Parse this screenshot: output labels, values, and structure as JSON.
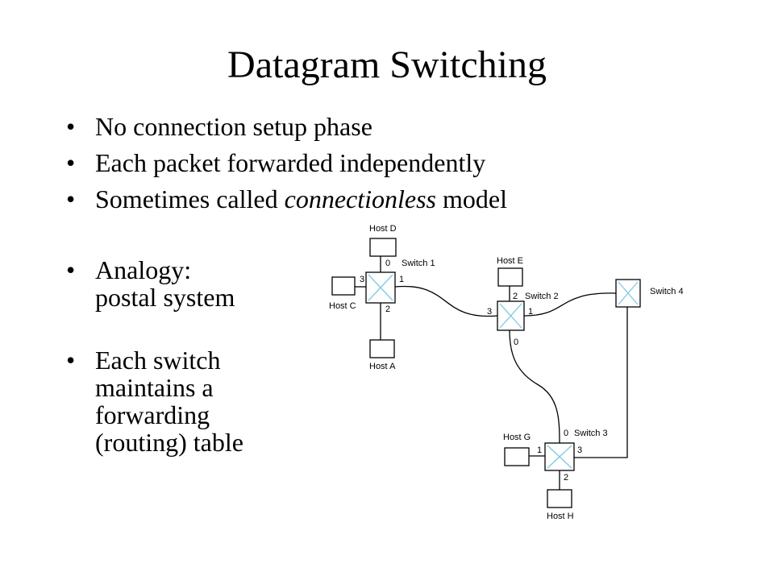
{
  "title": "Datagram Switching",
  "bullets": [
    {
      "text": "No connection setup phase"
    },
    {
      "text": "Each packet forwarded independently"
    },
    {
      "prefix": "Sometimes called ",
      "emph": "connectionless",
      "suffix": " model"
    }
  ],
  "bullets_lower": [
    {
      "lines": [
        "Analogy:",
        "postal system"
      ]
    },
    {
      "lines": [
        "Each switch",
        "maintains a",
        "forwarding",
        "(routing) table"
      ]
    }
  ],
  "diagram": {
    "switches": {
      "s1": "Switch 1",
      "s2": "Switch 2",
      "s3": "Switch 3",
      "s4": "Switch 4"
    },
    "hosts": {
      "a": "Host A",
      "c": "Host C",
      "d": "Host D",
      "e": "Host E",
      "g": "Host G",
      "h": "Host H"
    },
    "ports": {
      "s1_0": "0",
      "s1_1": "1",
      "s1_2": "2",
      "s1_3": "3",
      "s2_0": "0",
      "s2_1": "1",
      "s2_2": "2",
      "s2_3": "3",
      "s3_0": "0",
      "s3_1": "1",
      "s3_2": "2",
      "s3_3": "3"
    }
  }
}
